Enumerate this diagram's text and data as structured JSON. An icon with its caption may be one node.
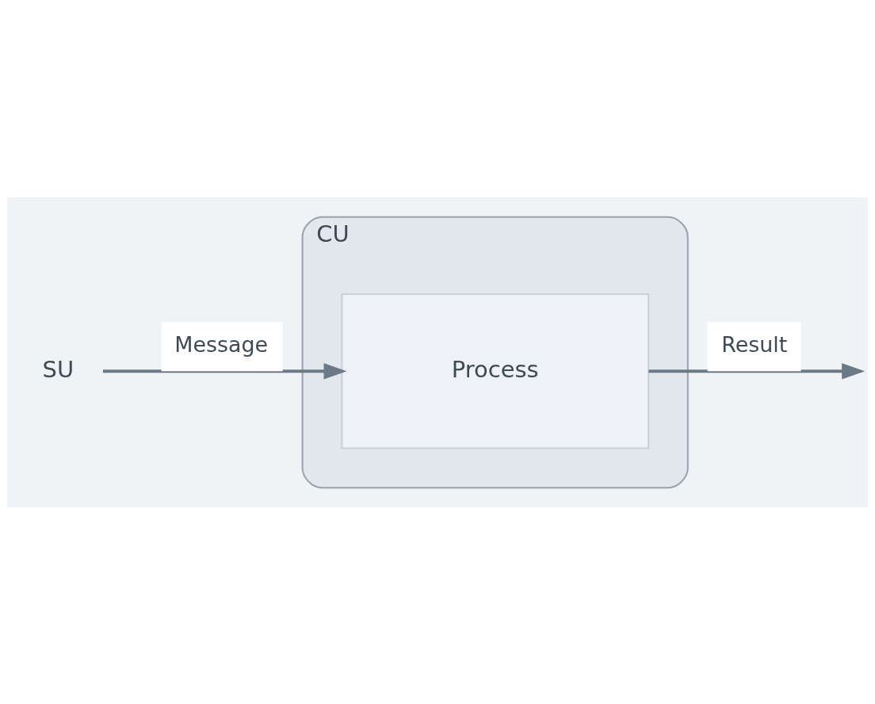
{
  "diagram": {
    "nodes": [
      {
        "text": [
          "SU"
        ]
      },
      {
        "text": [
          "CU"
        ]
      },
      {
        "text": [
          "Process"
        ],
        "in": 1
      }
    ],
    "edges": [
      {
        "from": 0,
        "to": 2,
        "arrow": "to",
        "label": "Message"
      },
      {
        "from": 2,
        "to": null,
        "arrow": "to",
        "label": "Result"
      }
    ]
  }
}
